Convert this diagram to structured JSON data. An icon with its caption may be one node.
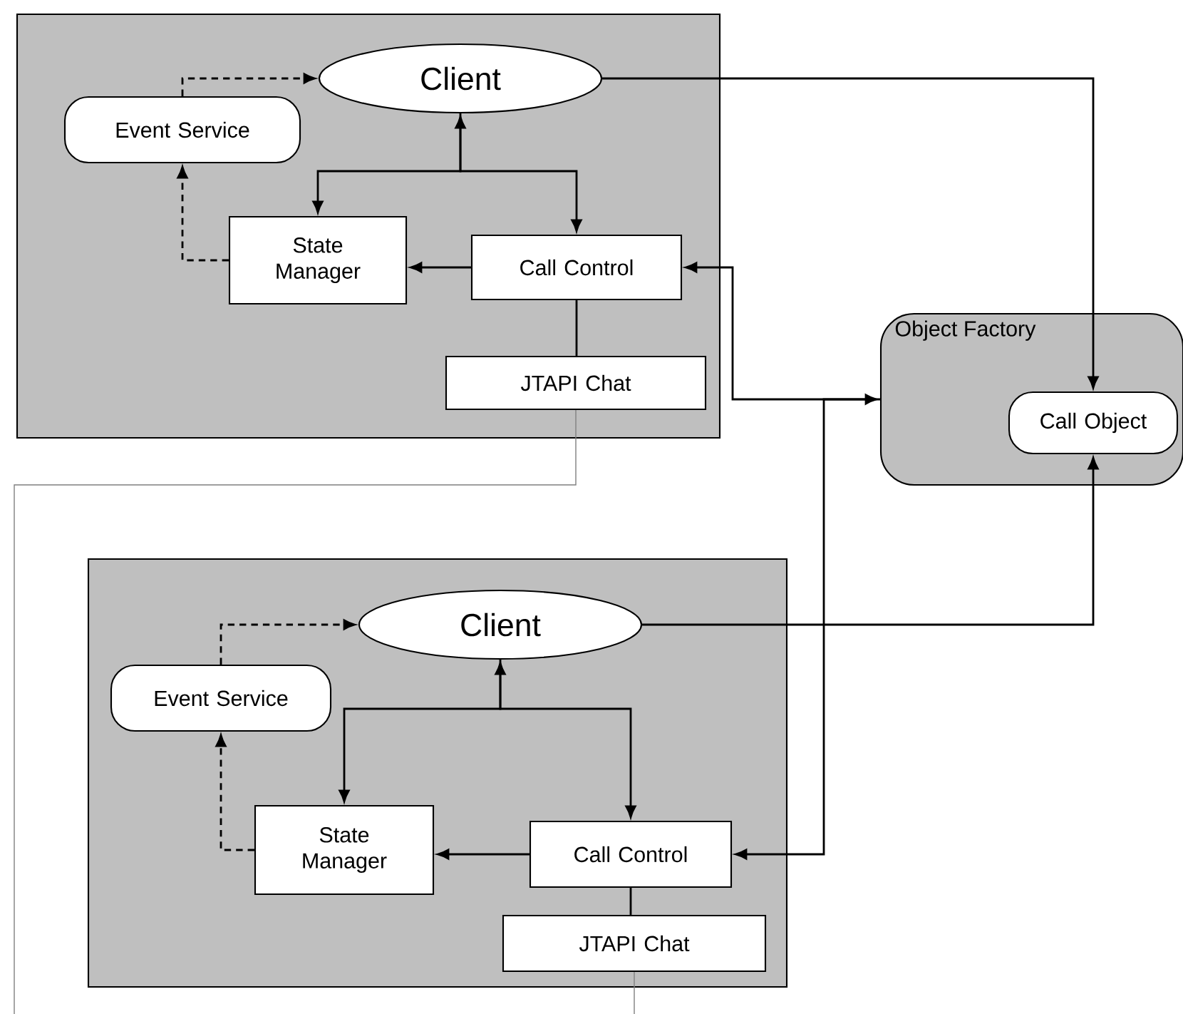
{
  "diagram": {
    "nodes": [
      {
        "text": [],
        "shape": "box"
      },
      {
        "text": [
          "Client"
        ],
        "in": 0
      },
      {
        "text": [
          "Event Service"
        ],
        "in": 0
      },
      {
        "text": [
          "State Manager"
        ],
        "in": 0
      },
      {
        "text": [
          "Call Control"
        ],
        "in": 0
      },
      {
        "text": [
          "JTAPI Chat"
        ],
        "in": 0
      },
      {
        "text": [
          "Object Factory"
        ]
      },
      {
        "text": [
          "Call Object"
        ],
        "in": 6
      },
      {
        "text": [],
        "shape": "box"
      },
      {
        "text": [
          "Client"
        ],
        "in": 8
      },
      {
        "text": [
          "Event Service"
        ],
        "in": 8
      },
      {
        "text": [
          "State Manager"
        ],
        "in": 8
      },
      {
        "text": [
          "Call Control"
        ],
        "in": 8
      },
      {
        "text": [
          "JTAPI Chat"
        ],
        "in": 8
      }
    ],
    "edges": [
      {
        "from": 2,
        "to": 1,
        "arrow": "to",
        "style": "dashed"
      },
      {
        "from": 3,
        "to": 2,
        "arrow": "to",
        "style": "dashed"
      },
      {
        "from": 1,
        "to": 3,
        "arrow": "both"
      },
      {
        "from": 1,
        "to": 4,
        "arrow": "to"
      },
      {
        "from": 4,
        "to": 3,
        "arrow": "to"
      },
      {
        "from": 4,
        "to": 5,
        "arrow": "none"
      },
      {
        "from": 1,
        "to": 7,
        "arrow": "to"
      },
      {
        "from": 4,
        "to": 6,
        "arrow": "both"
      },
      {
        "from": 5,
        "to": null,
        "arrow": "none",
        "color": "#808080"
      },
      {
        "from": 10,
        "to": 9,
        "arrow": "to",
        "style": "dashed"
      },
      {
        "from": 11,
        "to": 10,
        "arrow": "to",
        "style": "dashed"
      },
      {
        "from": 9,
        "to": 11,
        "arrow": "both"
      },
      {
        "from": 9,
        "to": 12,
        "arrow": "to"
      },
      {
        "from": 12,
        "to": 11,
        "arrow": "to"
      },
      {
        "from": 12,
        "to": 13,
        "arrow": "none"
      },
      {
        "from": 9,
        "to": 7,
        "arrow": "to"
      },
      {
        "from": 6,
        "to": 12,
        "arrow": "to"
      },
      {
        "from": 13,
        "to": null,
        "arrow": "none",
        "color": "#808080"
      }
    ]
  }
}
